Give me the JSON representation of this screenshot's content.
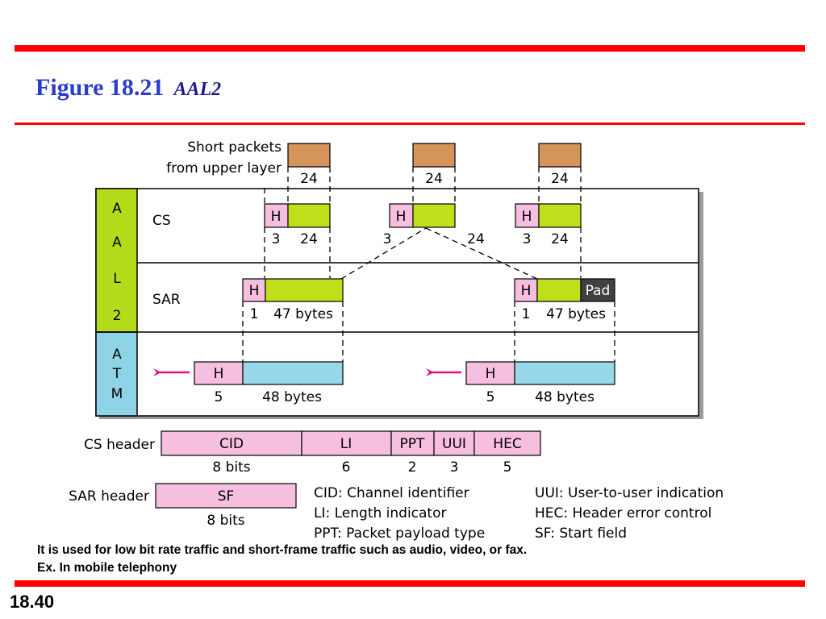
{
  "slide": {
    "figure_label": "Figure 18.21",
    "figure_name": "AAL2",
    "note_line1": "It is used for low bit rate traffic and short-frame traffic such as audio, video, or fax.",
    "note_line2": "Ex. In mobile telephony",
    "slide_number": "18.40"
  },
  "diagram": {
    "short_packets_line1": "Short packets",
    "short_packets_line2": "from upper layer",
    "packet_size": "24",
    "aal_letters": [
      "A",
      "A",
      "L",
      "2"
    ],
    "atm_letters": [
      "A",
      "T",
      "M"
    ],
    "cs_label": "CS",
    "sar_label": "SAR",
    "h": "H",
    "cs_h_size": "3",
    "cs_payload_size": "24",
    "sar_h_size": "1",
    "sar_payload_size": "47 bytes",
    "pad": "Pad",
    "atm_h_size": "5",
    "atm_payload_size": "48 bytes",
    "cs_header_label": "CS header",
    "cs_header_fields": [
      "CID",
      "LI",
      "PPT",
      "UUI",
      "HEC"
    ],
    "cs_header_sizes": [
      "8 bits",
      "6",
      "2",
      "3",
      "5"
    ],
    "sar_header_label": "SAR header",
    "sar_header_field": "SF",
    "sar_header_size": "8 bits",
    "legend_left": [
      "CID: Channel identifier",
      "LI: Length indicator",
      "PPT: Packet payload type"
    ],
    "legend_right": [
      "UUI: User-to-user indication",
      "HEC: Header error control",
      "SF: Start field"
    ]
  },
  "colors": {
    "rule": "#ff0000",
    "title": "#2b3bcc",
    "aal_band": "#b5dc1a",
    "atm_band": "#8fd4e6",
    "packet": "#d4945a",
    "header": "#f6bfe0",
    "cs_payload": "#bde01a",
    "atm_payload": "#98d8ea",
    "pad": "#404040",
    "arrow": "#e0107a"
  }
}
